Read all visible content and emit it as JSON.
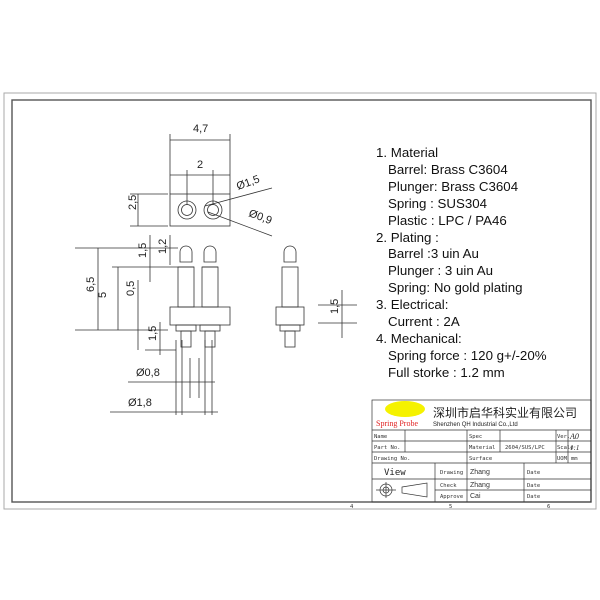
{
  "drawing": {
    "top_view": {
      "width_label": "4,7",
      "pitch_label": "2",
      "height_label": "2,5",
      "outer_dia_label": "Ø1,5",
      "inner_dia_label": "Ø0,9"
    },
    "front_view": {
      "overall_height_label": "6,5",
      "barrel_height_label": "5",
      "tip_label": "1,5",
      "stroke_label": "1,2",
      "gap_label": "0,5",
      "tail_label": "1,5",
      "tail_dia_label": "Ø0,8",
      "barrel_dia_label": "Ø1,8"
    },
    "side_view": {
      "insulator_label": "1,5"
    }
  },
  "specs": {
    "material_heading": "1. Material",
    "barrel_material": "Barrel: Brass C3604",
    "plunger_material": "Plunger: Brass C3604",
    "spring_material": "Spring : SUS304",
    "plastic_material": "Plastic : LPC / PA46",
    "plating_heading": "2. Plating :",
    "barrel_plating": "Barrel :3 uin Au",
    "plunger_plating": "Plunger : 3 uin Au",
    "spring_plating": "Spring: No gold plating",
    "electrical_heading": "3. Electrical:",
    "current": "Current : 2A",
    "mechanical_heading": "4. Mechanical:",
    "spring_force": "Spring force : 120 g+/-20%",
    "full_stroke": "Full storke : 1.2 mm"
  },
  "title_block": {
    "logo_text": "Spring Probe",
    "company_cn": "深圳市启华科实业有限公司",
    "company_en": "Shenzhen QH Industrial Co.,Ltd",
    "rows": {
      "name": "Name",
      "part_no": "Part No.",
      "drawing_no": "Drawing No.",
      "spec": "Spec",
      "material": "Material",
      "material_value": "2604/SUS/LPC",
      "surface": "Surface",
      "ver": "Ver.",
      "ver_value": "A0",
      "scale": "Scale",
      "scale_value": "1:1",
      "unit": "UOM",
      "unit_value": "mm",
      "view": "View",
      "drawing": "Drawing",
      "drawing_by": "Zhang",
      "check": "Check",
      "check_by": "Zhang",
      "approve": "Approve",
      "approve_by": "Cai",
      "date": "Date"
    },
    "ruler": [
      "4",
      "5",
      "6"
    ]
  },
  "colors": {
    "line": "#333333",
    "frame": "#666666",
    "logo_yellow": "#f5f200",
    "logo_red": "#e02020"
  }
}
